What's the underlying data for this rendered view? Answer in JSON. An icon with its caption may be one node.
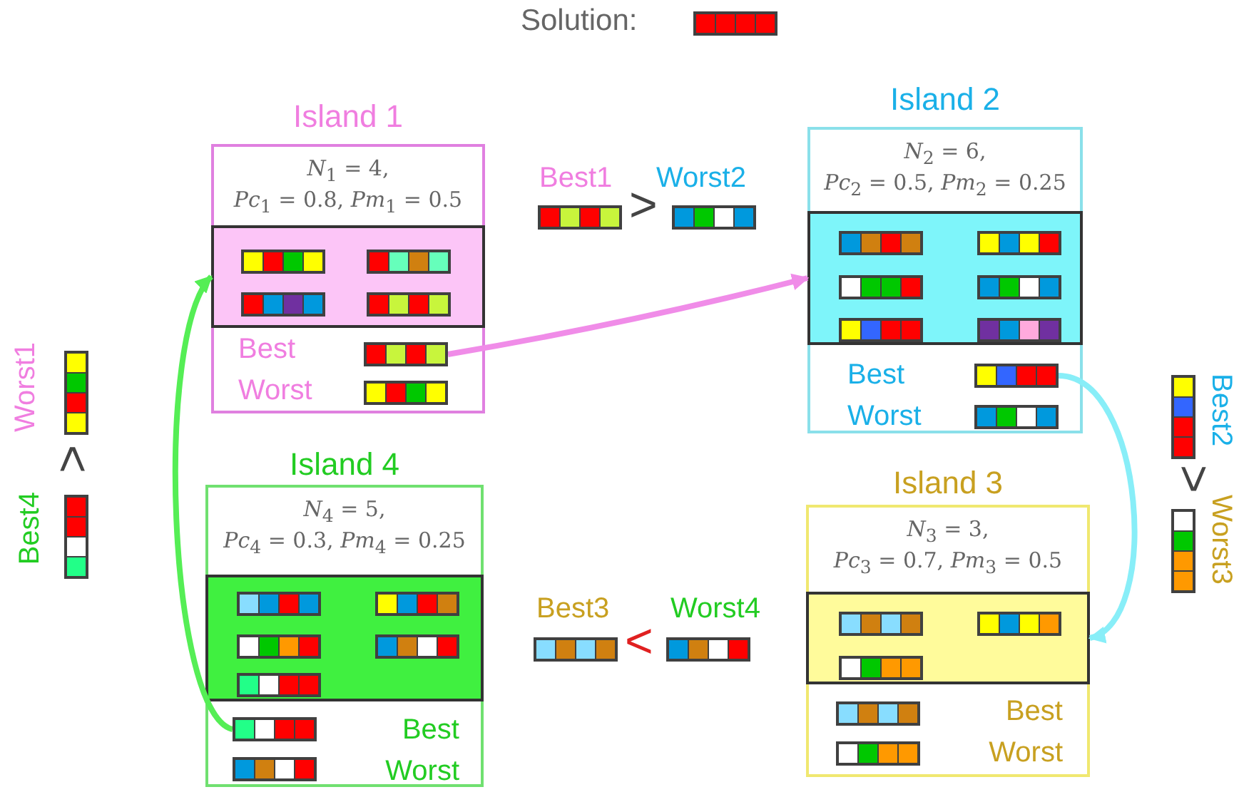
{
  "diagram": {
    "nodes": [
      {
        "text": [
          "Island 1",
          "*N*$_{1}$ = 4, *Pc*$_{1}$ = 0.8, *Pm*$_{1}$ = 0.5",
          "Best",
          "Worst"
        ]
      },
      {
        "text": [],
        "shape": "box",
        "in": 0
      },
      {
        "text": [],
        "shape": "bar",
        "in": 0
      },
      {
        "text": [
          "Island 2",
          "*N*$_{2}$ = 6, *Pc*$_{2}$ = 0.5, *Pm*$_{2}$ = 0.25",
          "Best",
          "Worst"
        ]
      },
      {
        "text": [],
        "shape": "box",
        "in": 3
      },
      {
        "text": [],
        "shape": "bar",
        "in": 3
      },
      {
        "text": [
          "Island 4",
          "*N*$_{4}$ = 5, *Pc*$_{4}$ = 0.3, *Pm*$_{4}$ = 0.25",
          "Best",
          "Worst"
        ]
      },
      {
        "text": [],
        "shape": "box",
        "in": 6
      },
      {
        "text": [],
        "shape": "bar",
        "in": 6
      },
      {
        "text": [
          "Island 3",
          "*N*$_{3}$ = 3, *Pc*$_{3}$ = 0.7, *Pm*$_{3}$ = 0.5",
          "Best",
          "Worst"
        ]
      },
      {
        "text": [],
        "shape": "box",
        "in": 9
      }
    ],
    "edges": [
      {
        "from": 2,
        "to": 4,
        "arrow": "to",
        "color": "#f08ce8"
      },
      {
        "from": 5,
        "to": 10,
        "arrow": "to",
        "color": "#88eef8"
      },
      {
        "from": 8,
        "to": 1,
        "arrow": "to",
        "color": "#55ee55"
      }
    ],
    "labels": [
      "Solution:",
      "Best1",
      ">",
      "Worst2",
      "Best2",
      ">",
      "Worst3",
      "Best3",
      "<",
      "Worst4",
      "Worst1",
      ">",
      "Best4"
    ]
  }
}
